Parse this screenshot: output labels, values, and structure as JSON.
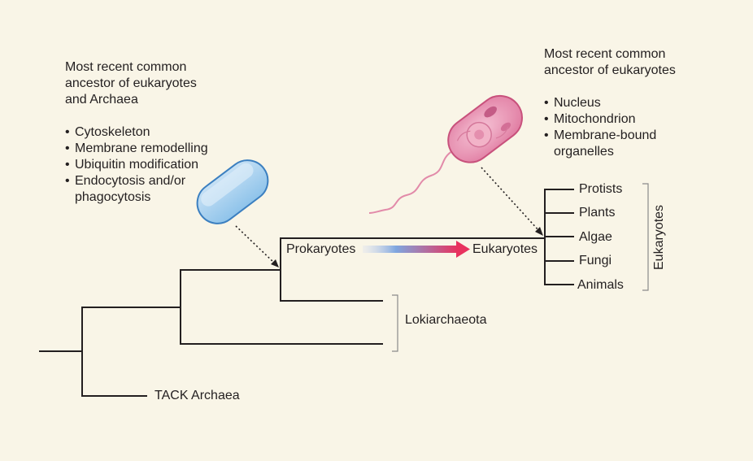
{
  "left_ancestor": {
    "title_lines": [
      "Most recent common",
      "ancestor of eukaryotes",
      "and Archaea"
    ],
    "features": [
      "Cytoskeleton",
      "Membrane remodelling",
      "Ubiquitin modification",
      "Endocytosis and/or"
    ],
    "features_continuation": "phagocytosis"
  },
  "right_ancestor": {
    "title_lines": [
      "Most recent common",
      "ancestor of eukaryotes"
    ],
    "features": [
      "Nucleus",
      "Mitochondrion",
      "Membrane-bound"
    ],
    "features_continuation": "organelles"
  },
  "tree": {
    "prokaryotes_label": "Prokaryotes",
    "eukaryotes_label": "Eukaryotes",
    "lokiarchaeota_label": "Lokiarchaeota",
    "tack_label": "TACK Archaea",
    "eukaryote_group_label": "Eukaryotes",
    "eukaryote_groups": [
      "Protists",
      "Plants",
      "Algae",
      "Fungi",
      "Animals"
    ]
  },
  "colors": {
    "background": "#f9f5e7",
    "line": "#231f20",
    "archaeon_cell": "#8ec3ea",
    "eukaryote_cell": "#e88fb0",
    "arrow_start": "#7fa6df",
    "arrow_end": "#e8325e"
  }
}
